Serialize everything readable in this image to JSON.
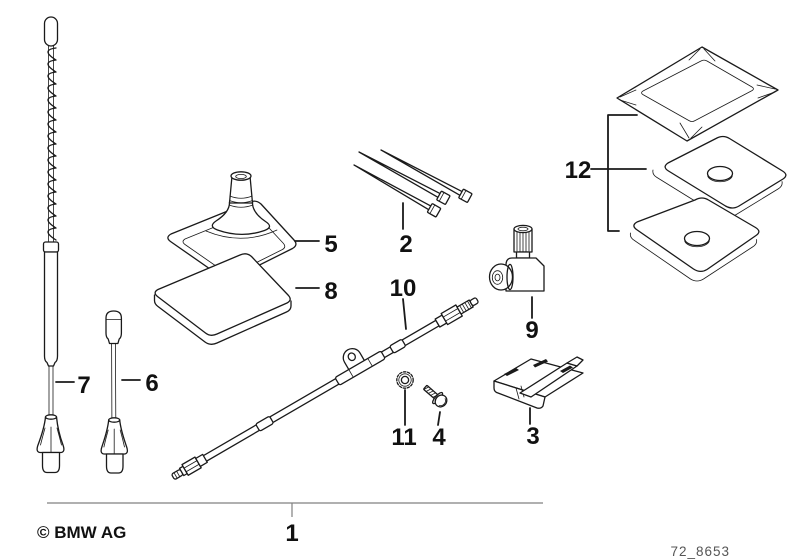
{
  "labels": {
    "1": "1",
    "2": "2",
    "3": "3",
    "4": "4",
    "5": "5",
    "6": "6",
    "7": "7",
    "8": "8",
    "9": "9",
    "10": "10",
    "11": "11",
    "12": "12"
  },
  "footer": {
    "copyright": "© BMW AG",
    "drawing_number": "72_8653"
  },
  "colors": {
    "line": "#1a1a1a",
    "background": "#ffffff",
    "kit_bracket_line": "#808080",
    "drawing_number_text": "#555555"
  }
}
